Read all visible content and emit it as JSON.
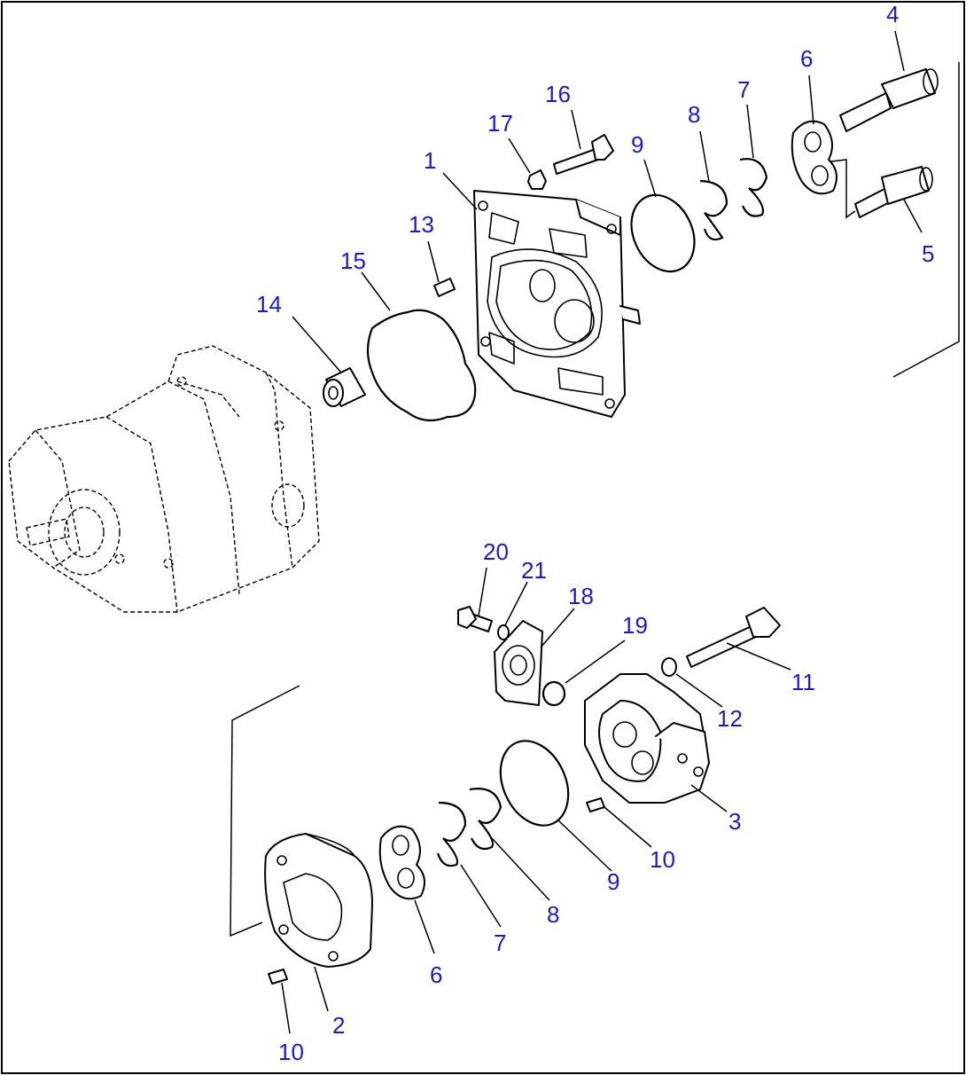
{
  "callouts": [
    {
      "id": "c1",
      "label": "1"
    },
    {
      "id": "c2",
      "label": "2"
    },
    {
      "id": "c3",
      "label": "3"
    },
    {
      "id": "c4",
      "label": "4"
    },
    {
      "id": "c5",
      "label": "5"
    },
    {
      "id": "c6a",
      "label": "6"
    },
    {
      "id": "c6b",
      "label": "6"
    },
    {
      "id": "c7a",
      "label": "7"
    },
    {
      "id": "c7b",
      "label": "7"
    },
    {
      "id": "c8a",
      "label": "8"
    },
    {
      "id": "c8b",
      "label": "8"
    },
    {
      "id": "c9a",
      "label": "9"
    },
    {
      "id": "c9b",
      "label": "9"
    },
    {
      "id": "c10a",
      "label": "10"
    },
    {
      "id": "c10b",
      "label": "10"
    },
    {
      "id": "c11",
      "label": "11"
    },
    {
      "id": "c12",
      "label": "12"
    },
    {
      "id": "c13",
      "label": "13"
    },
    {
      "id": "c14",
      "label": "14"
    },
    {
      "id": "c15",
      "label": "15"
    },
    {
      "id": "c16",
      "label": "16"
    },
    {
      "id": "c17",
      "label": "17"
    },
    {
      "id": "c18",
      "label": "18"
    },
    {
      "id": "c19",
      "label": "19"
    },
    {
      "id": "c20",
      "label": "20"
    },
    {
      "id": "c21",
      "label": "21"
    }
  ],
  "colors": {
    "callout": "#1a1ad6",
    "line": "#000000",
    "background": "#ffffff"
  }
}
